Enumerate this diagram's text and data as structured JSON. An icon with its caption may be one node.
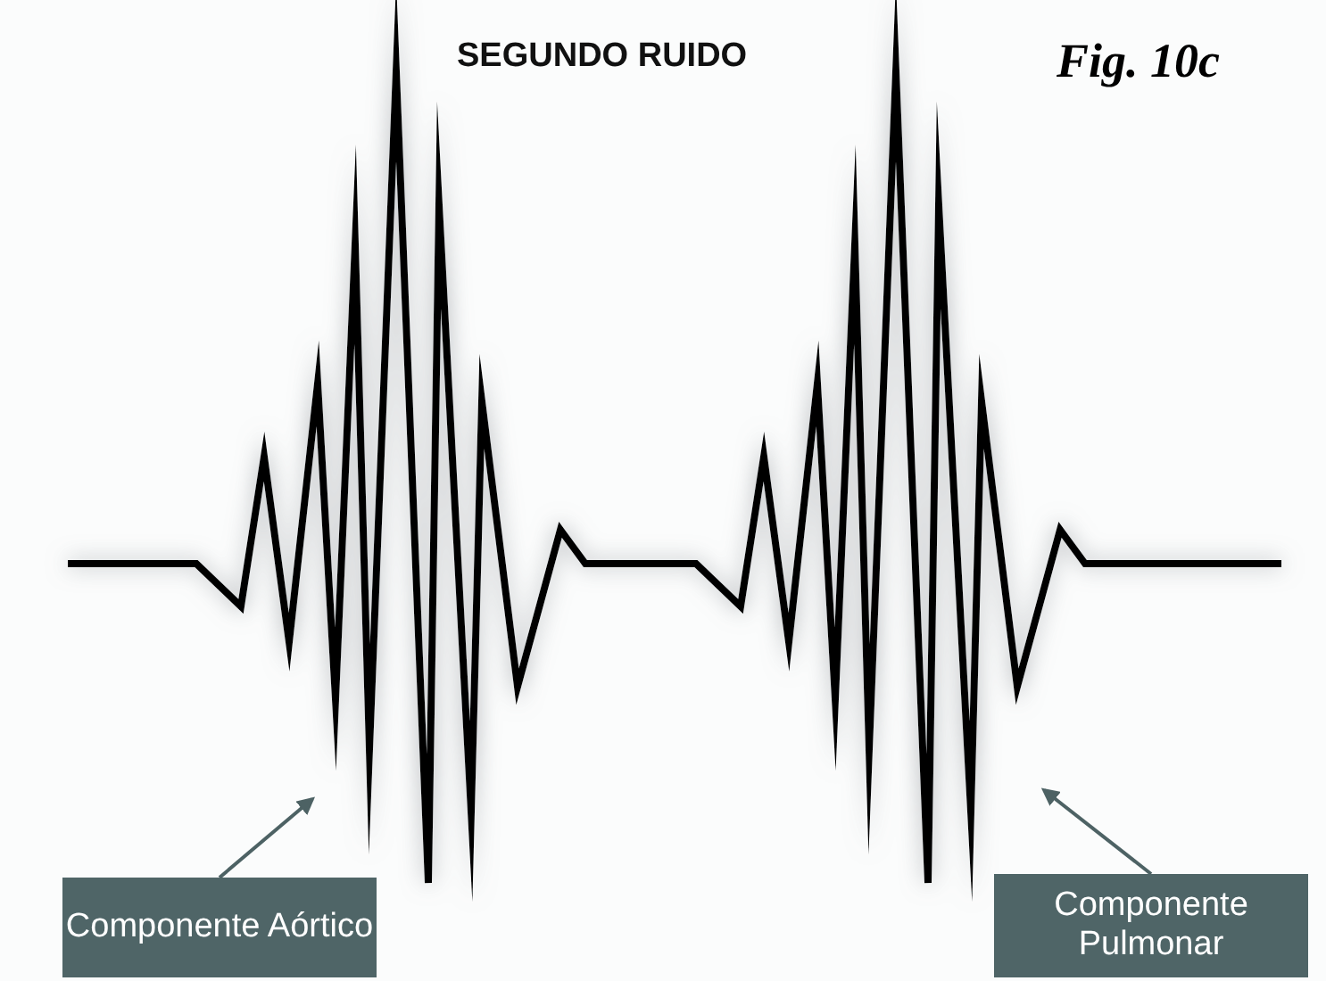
{
  "diagram": {
    "title": "SEGUNDO RUIDO",
    "nodes": [
      {
        "text": [
          "Componente Aórtico"
        ]
      },
      {
        "text": [
          "Componente Pulmonar"
        ]
      }
    ],
    "edges": [
      {
        "from": 0,
        "to": null,
        "arrow": "to"
      },
      {
        "from": 1,
        "to": null,
        "arrow": "to"
      }
    ],
    "labels": [
      "Fig. 10c"
    ]
  }
}
